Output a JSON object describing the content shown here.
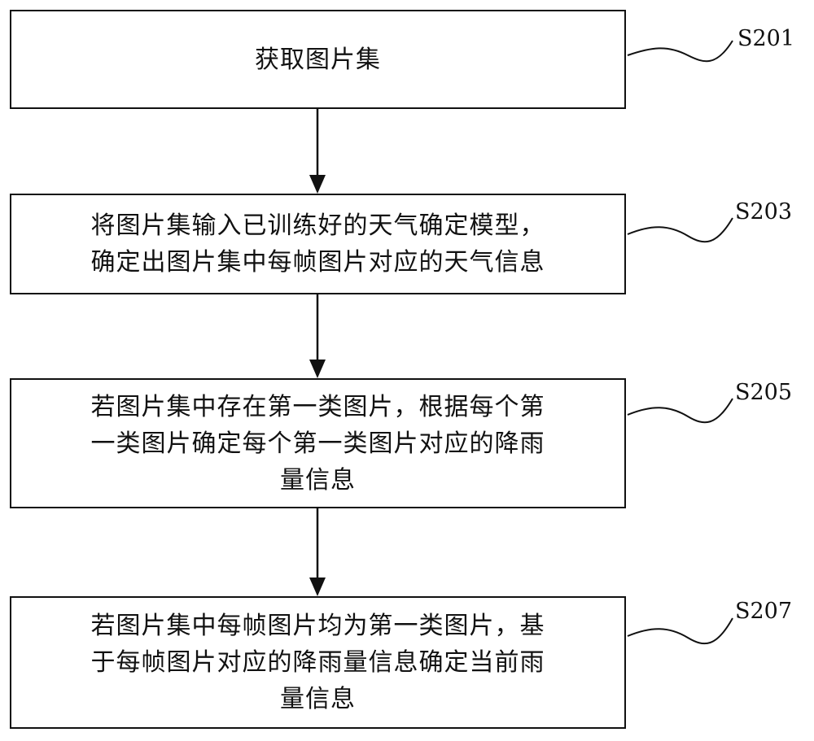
{
  "steps": [
    {
      "id": "S201",
      "text": "获取图片集"
    },
    {
      "id": "S203",
      "text": "将图片集输入已训练好的天气确定模型，\n确定出图片集中每帧图片对应的天气信息"
    },
    {
      "id": "S205",
      "text": "若图片集中存在第一类图片，根据每个第\n一类图片确定每个第一类图片对应的降雨\n量信息"
    },
    {
      "id": "S207",
      "text": "若图片集中每帧图片均为第一类图片，基\n于每帧图片对应的降雨量信息确定当前雨\n量信息"
    }
  ]
}
